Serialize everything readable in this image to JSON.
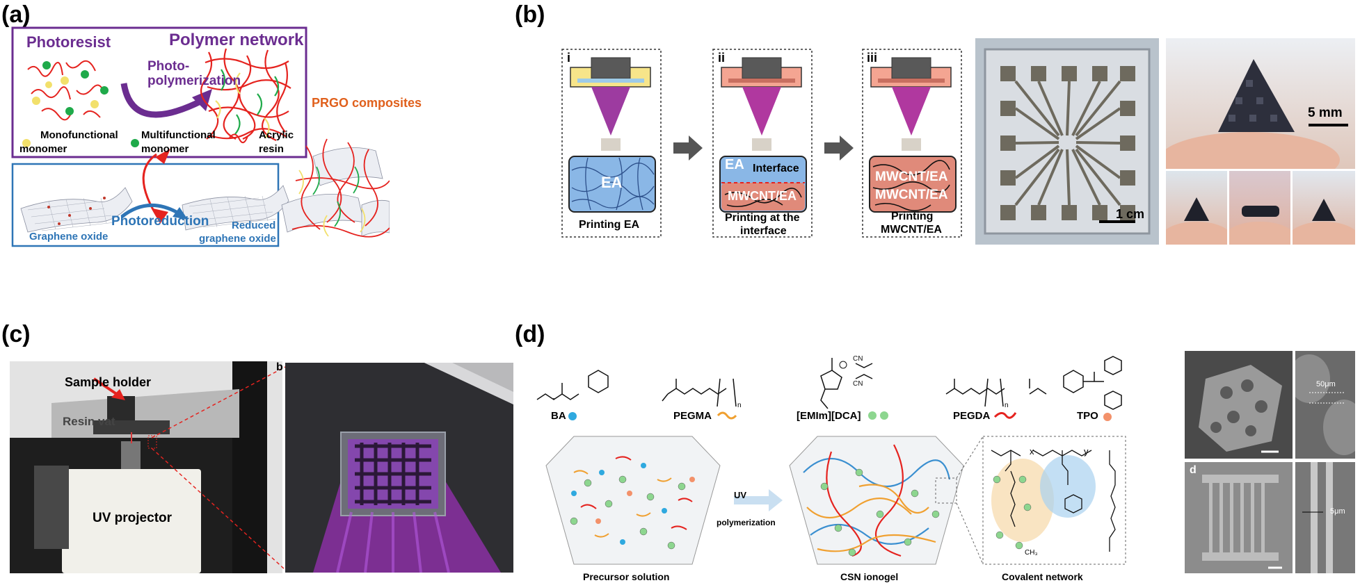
{
  "panels": {
    "a": {
      "letter": "(a)",
      "photoresist": "Photoresist",
      "polymer_network": "Polymer network",
      "photo_poly_line1": "Photo-",
      "photo_poly_line2": "polymerization",
      "mono_line1": "Monofunctional",
      "mono_line2": "monomer",
      "multi_line1": "Multifunctional",
      "multi_line2": "monomer",
      "acrylic_line1": "Acrylic",
      "acrylic_line2": "resin",
      "prgo": "PRGO composites",
      "photoreduction": "Photoreduction",
      "graphene_oxide": "Graphene oxide",
      "rgo_line1": "Reduced",
      "rgo_line2": "graphene oxide",
      "colors": {
        "purple": "#6b2d90",
        "blue": "#2e75b6",
        "orange": "#e0601c",
        "red": "#e5231f",
        "green": "#1faa4a",
        "yellow": "#f2e06b"
      }
    },
    "b": {
      "letter": "(b)",
      "step1_num": "i",
      "step2_num": "ii",
      "step3_num": "iii",
      "ea": "EA",
      "interface": "Interface",
      "mwcnt_ea": "MWCNT/EA",
      "caption1": "Printing EA",
      "caption2_line1": "Printing at the",
      "caption2_line2": "interface",
      "caption3_line1": "Printing",
      "caption3_line2": "MWCNT/EA",
      "scale_1cm": "1 cm",
      "scale_5mm": "5 mm"
    },
    "c": {
      "letter": "(c)",
      "sample_holder": "Sample holder",
      "resin_vat": "Resin vat",
      "uv_projector": "UV projector",
      "inset_letter": "b"
    },
    "d": {
      "letter": "(d)",
      "ba": "BA",
      "pegma": "PEGMA",
      "emim": "[EMIm][DCA]",
      "pegda": "PEGDA",
      "tpo": "TPO",
      "uv": "UV",
      "polymerization": "polymerization",
      "precursor": "Precursor solution",
      "csn": "CSN ionogel",
      "covalent": "Covalent network",
      "scale_50um": "50μm",
      "scale_5um": "5μm",
      "inset_d": "d",
      "sub_n": "n",
      "sub_x": "x",
      "sub_y": "y",
      "ch3": "CH₃"
    }
  }
}
